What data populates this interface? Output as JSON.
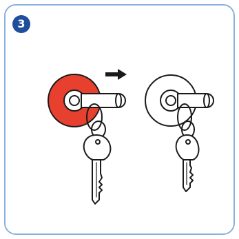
{
  "step": {
    "number": "3",
    "badge_color": "#1f4e9c"
  },
  "colors": {
    "frame": "#8ab0e0",
    "outline": "#1a1a1a",
    "ring_highlight": "#e8402f",
    "fill": "#ffffff"
  },
  "illustration": {
    "left": {
      "ring": "red-ring",
      "arrow": "arrow-right",
      "key": "key"
    },
    "right": {
      "ring": "white-ring",
      "key": "key"
    }
  }
}
